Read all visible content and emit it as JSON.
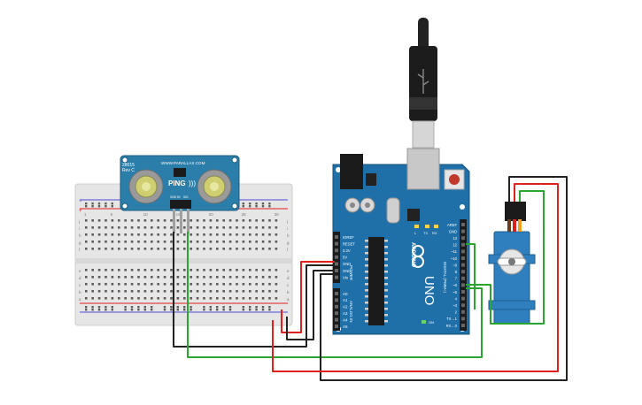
{
  "ping_sensor": {
    "part_no": "28015",
    "rev": "Rev C",
    "website": "WWW.PARALLAX.COM",
    "name": "PING",
    "pin_labels": [
      "GND",
      "5V",
      "SIG"
    ]
  },
  "breadboard": {
    "row_letters_top": [
      "j",
      "i",
      "h",
      "g",
      "f"
    ],
    "row_letters_bottom": [
      "e",
      "d",
      "c",
      "b",
      "a"
    ],
    "numbers_left": [
      "1",
      "5",
      "10",
      "15",
      "20",
      "25",
      "30"
    ]
  },
  "arduino": {
    "brand": "ARDUINO",
    "model": "UNO",
    "on_label": "ON",
    "tx_label": "TX",
    "rx_label": "RX",
    "l_label": "L",
    "digital_label": "DIGITAL (PWM~)",
    "power_label": "POWER",
    "analog_label": "ANALOG IN",
    "digital_pins": [
      "AREF",
      "GND",
      "13",
      "12",
      "~11",
      "~10",
      "~9",
      "8",
      "7",
      "~6",
      "~5",
      "4",
      "~3",
      "2",
      "TX→1",
      "RX←0"
    ],
    "power_pins": [
      "IOREF",
      "RESET",
      "3.3V",
      "5V",
      "GND",
      "GND",
      "Vin"
    ],
    "analog_pins": [
      "A0",
      "A1",
      "A2",
      "A3",
      "A4",
      "A5"
    ]
  },
  "colors": {
    "wire_red": "#e0201c",
    "wire_black": "#222222",
    "wire_green": "#2aa52f",
    "arduino_blue": "#1f6fa8",
    "sensor_blue": "#2a7ea9",
    "servo_blue": "#2f7fbf"
  }
}
